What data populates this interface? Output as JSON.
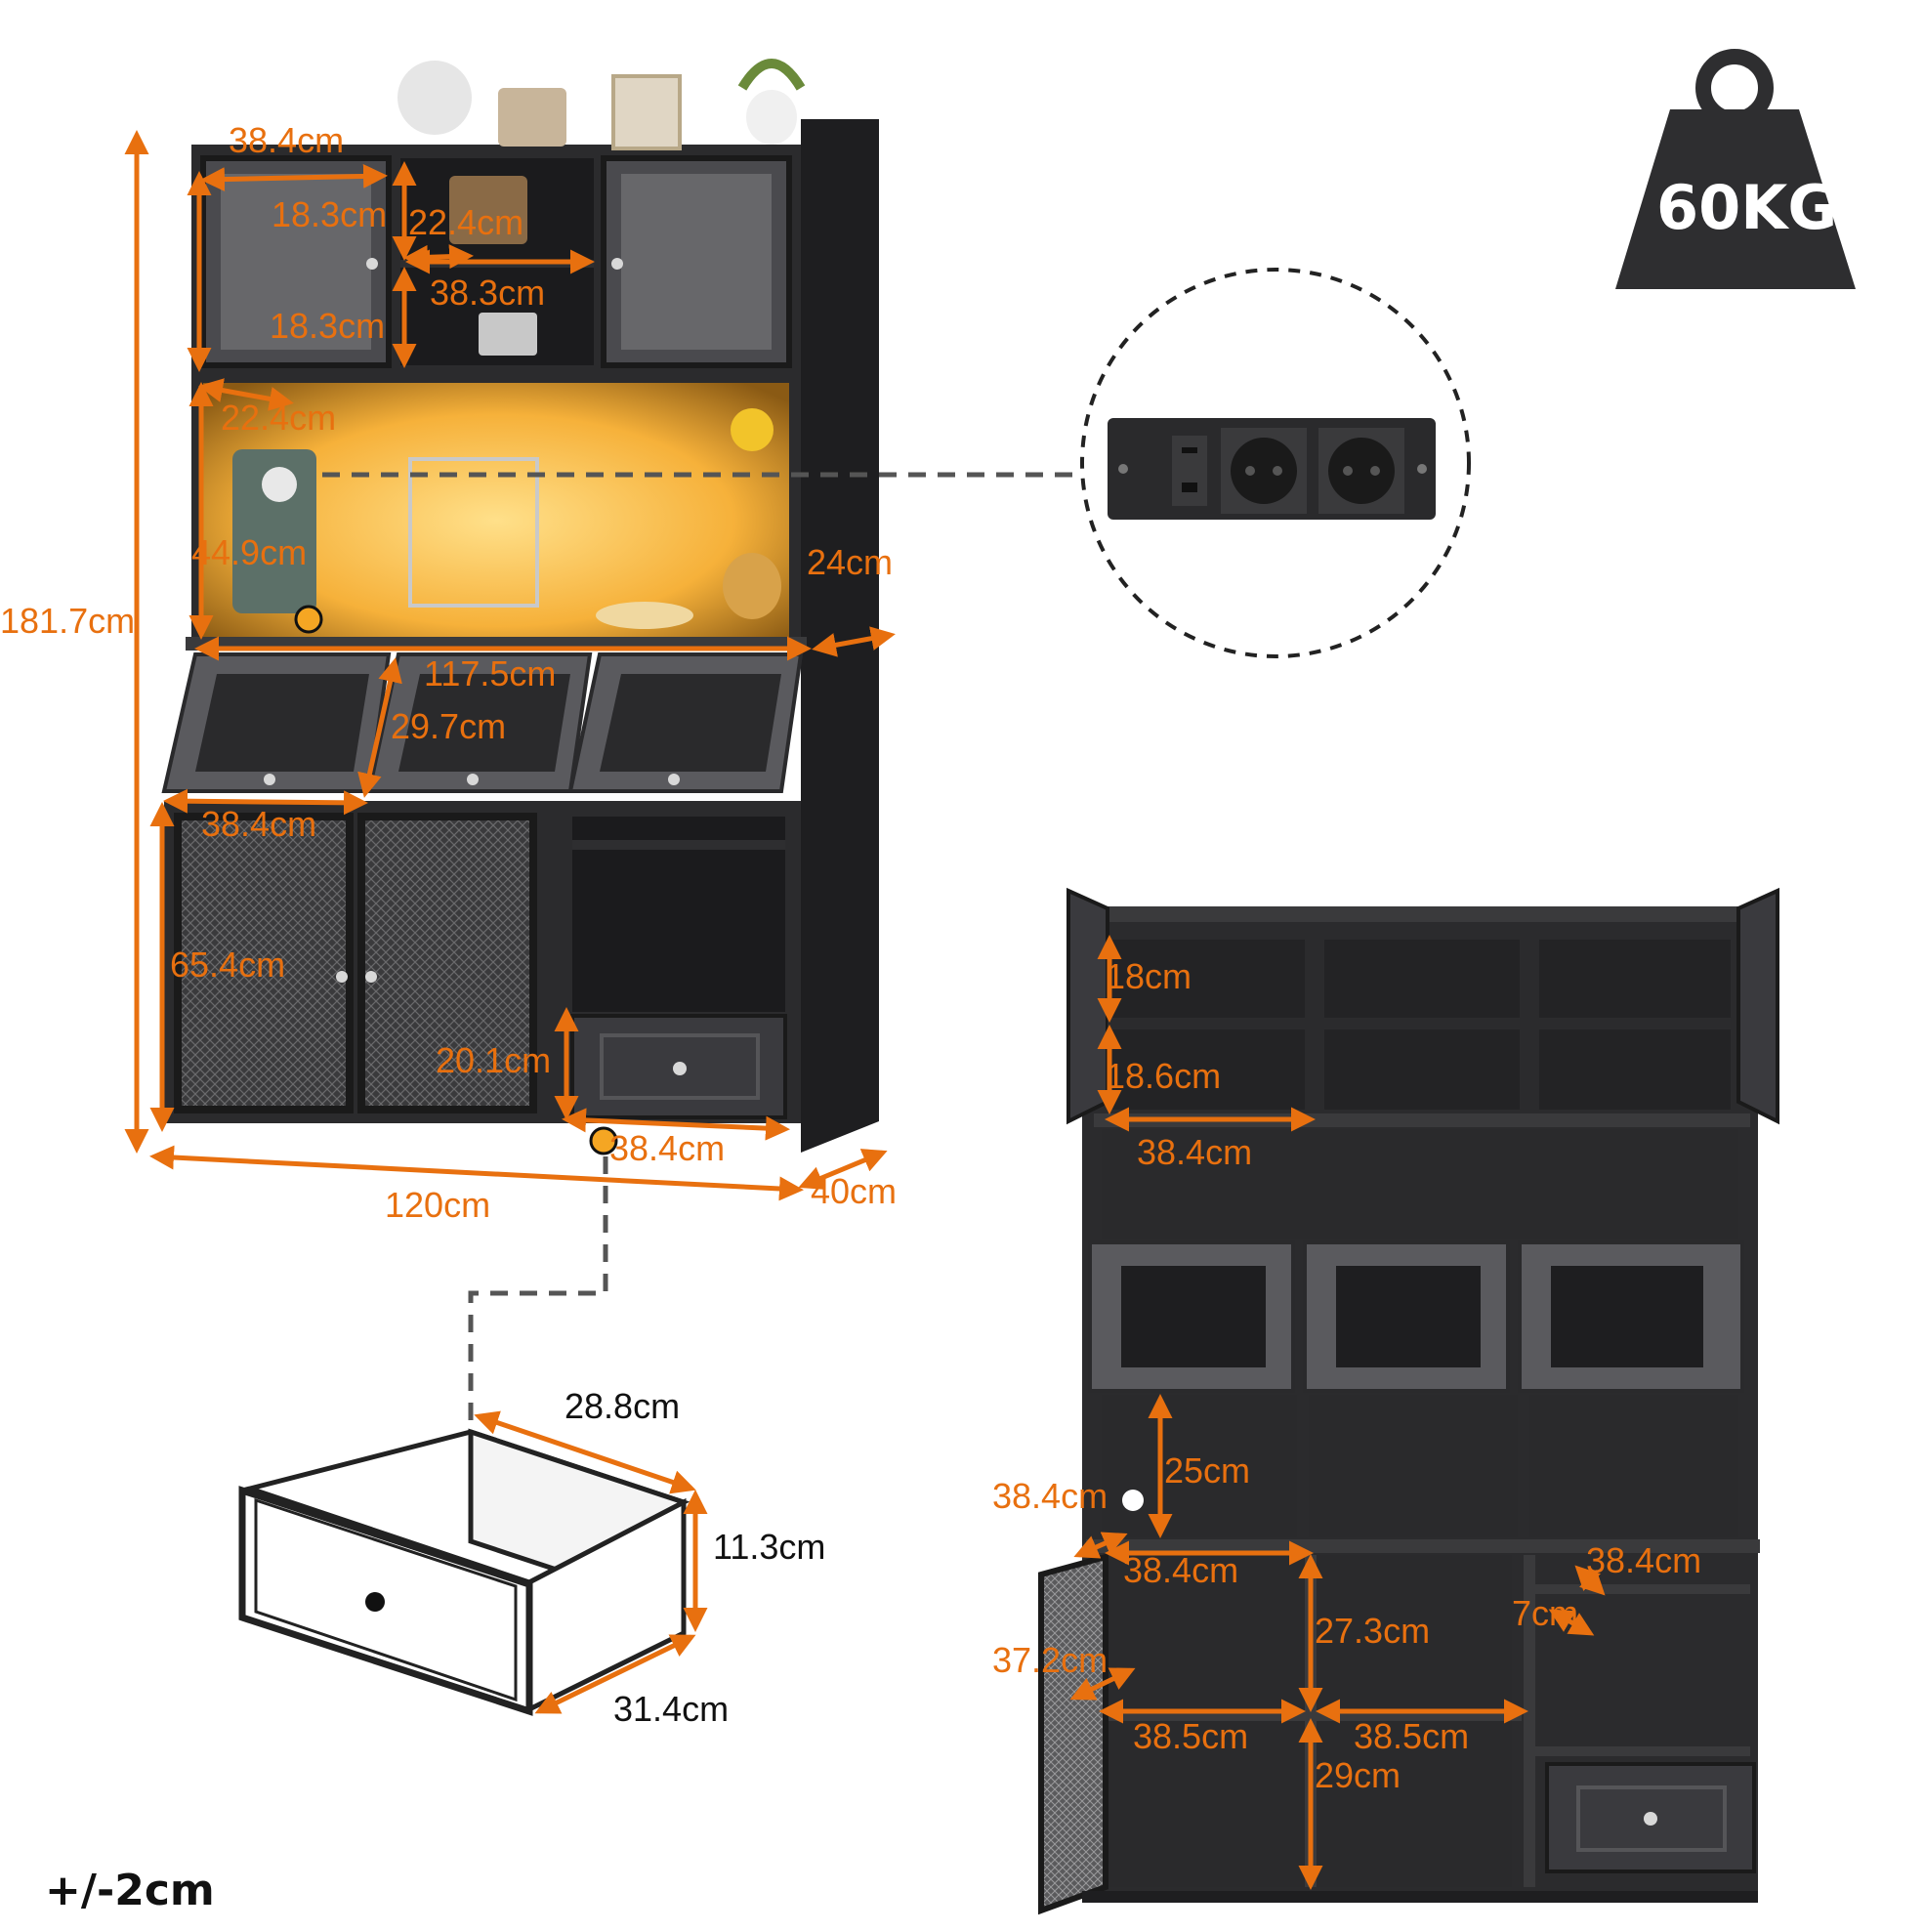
{
  "accent_color": "#e8700f",
  "cabinet_color": "#2b2b2d",
  "weight": {
    "label": "60KG",
    "icon": "weight-icon"
  },
  "socket_panel": {
    "icon": "power-socket-strip-icon",
    "sockets": 2,
    "usb_ports": 2
  },
  "tolerance_note": "+/-2cm",
  "front_view": {
    "total_height": "181.7cm",
    "total_width": "120cm",
    "depth": "40cm",
    "top_shelf_width": "38.4cm",
    "top_door_height_upper": "18.3cm",
    "top_door_height_lower": "18.3cm",
    "top_middle_height": "22.4cm",
    "top_middle_width": "38.3cm",
    "lit_shelf_depth": "22.4cm",
    "lit_shelf_height": "44.9cm",
    "lit_shelf_counter_depth": "24cm",
    "counter_width": "117.5cm",
    "flip_door_height": "29.7cm",
    "mesh_door_width": "38.4cm",
    "mesh_door_height": "65.4cm",
    "drawer_height": "20.1cm",
    "drawer_width": "38.4cm"
  },
  "drawer_detail": {
    "width": "28.8cm",
    "height": "11.3cm",
    "depth": "31.4cm"
  },
  "interior_view": {
    "top_shelf_upper": "18cm",
    "top_shelf_lower": "18.6cm",
    "top_compartment_width": "38.4cm",
    "flip_compartment_height": "25cm",
    "flip_compartment_width": "38.4cm",
    "middle_compartment_width": "38.4cm",
    "wine_rack_width": "38.4cm",
    "wine_slot_width": "7cm",
    "lower_compartment_height": "27.3cm",
    "door_shelf_depth": "37.2cm",
    "lower_left_width": "38.5cm",
    "lower_middle_width": "38.5cm",
    "bottom_compartment_height": "29cm"
  }
}
